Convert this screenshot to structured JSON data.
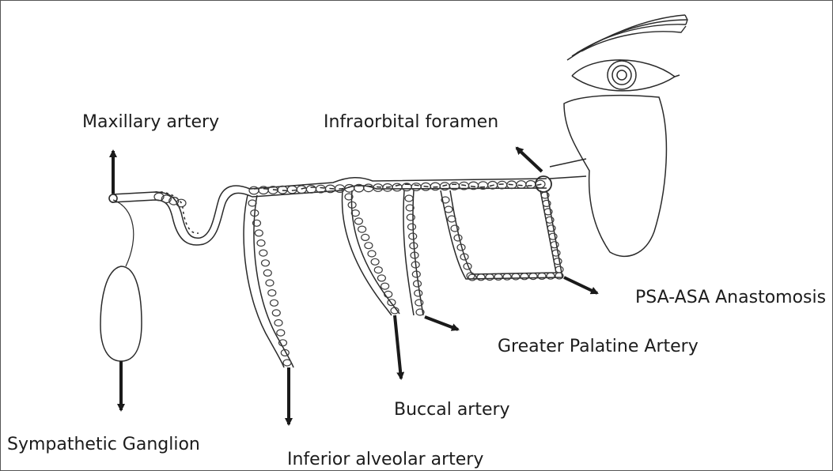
{
  "labels": {
    "maxillary_artery": "Maxillary artery",
    "infraorbital_foramen": "Infraorbital foramen",
    "psa_asa_anastomosis": "PSA-ASA Anastomosis",
    "greater_palatine_artery": "Greater Palatine Artery",
    "buccal_artery": "Buccal artery",
    "sympathetic_ganglion": "Sympathetic  Ganglion",
    "inferior_alveolar_artery": "Inferior alveolar artery"
  },
  "colors": {
    "ink": "#2a2a2a",
    "text": "#1c1c1c",
    "border": "#555555"
  }
}
